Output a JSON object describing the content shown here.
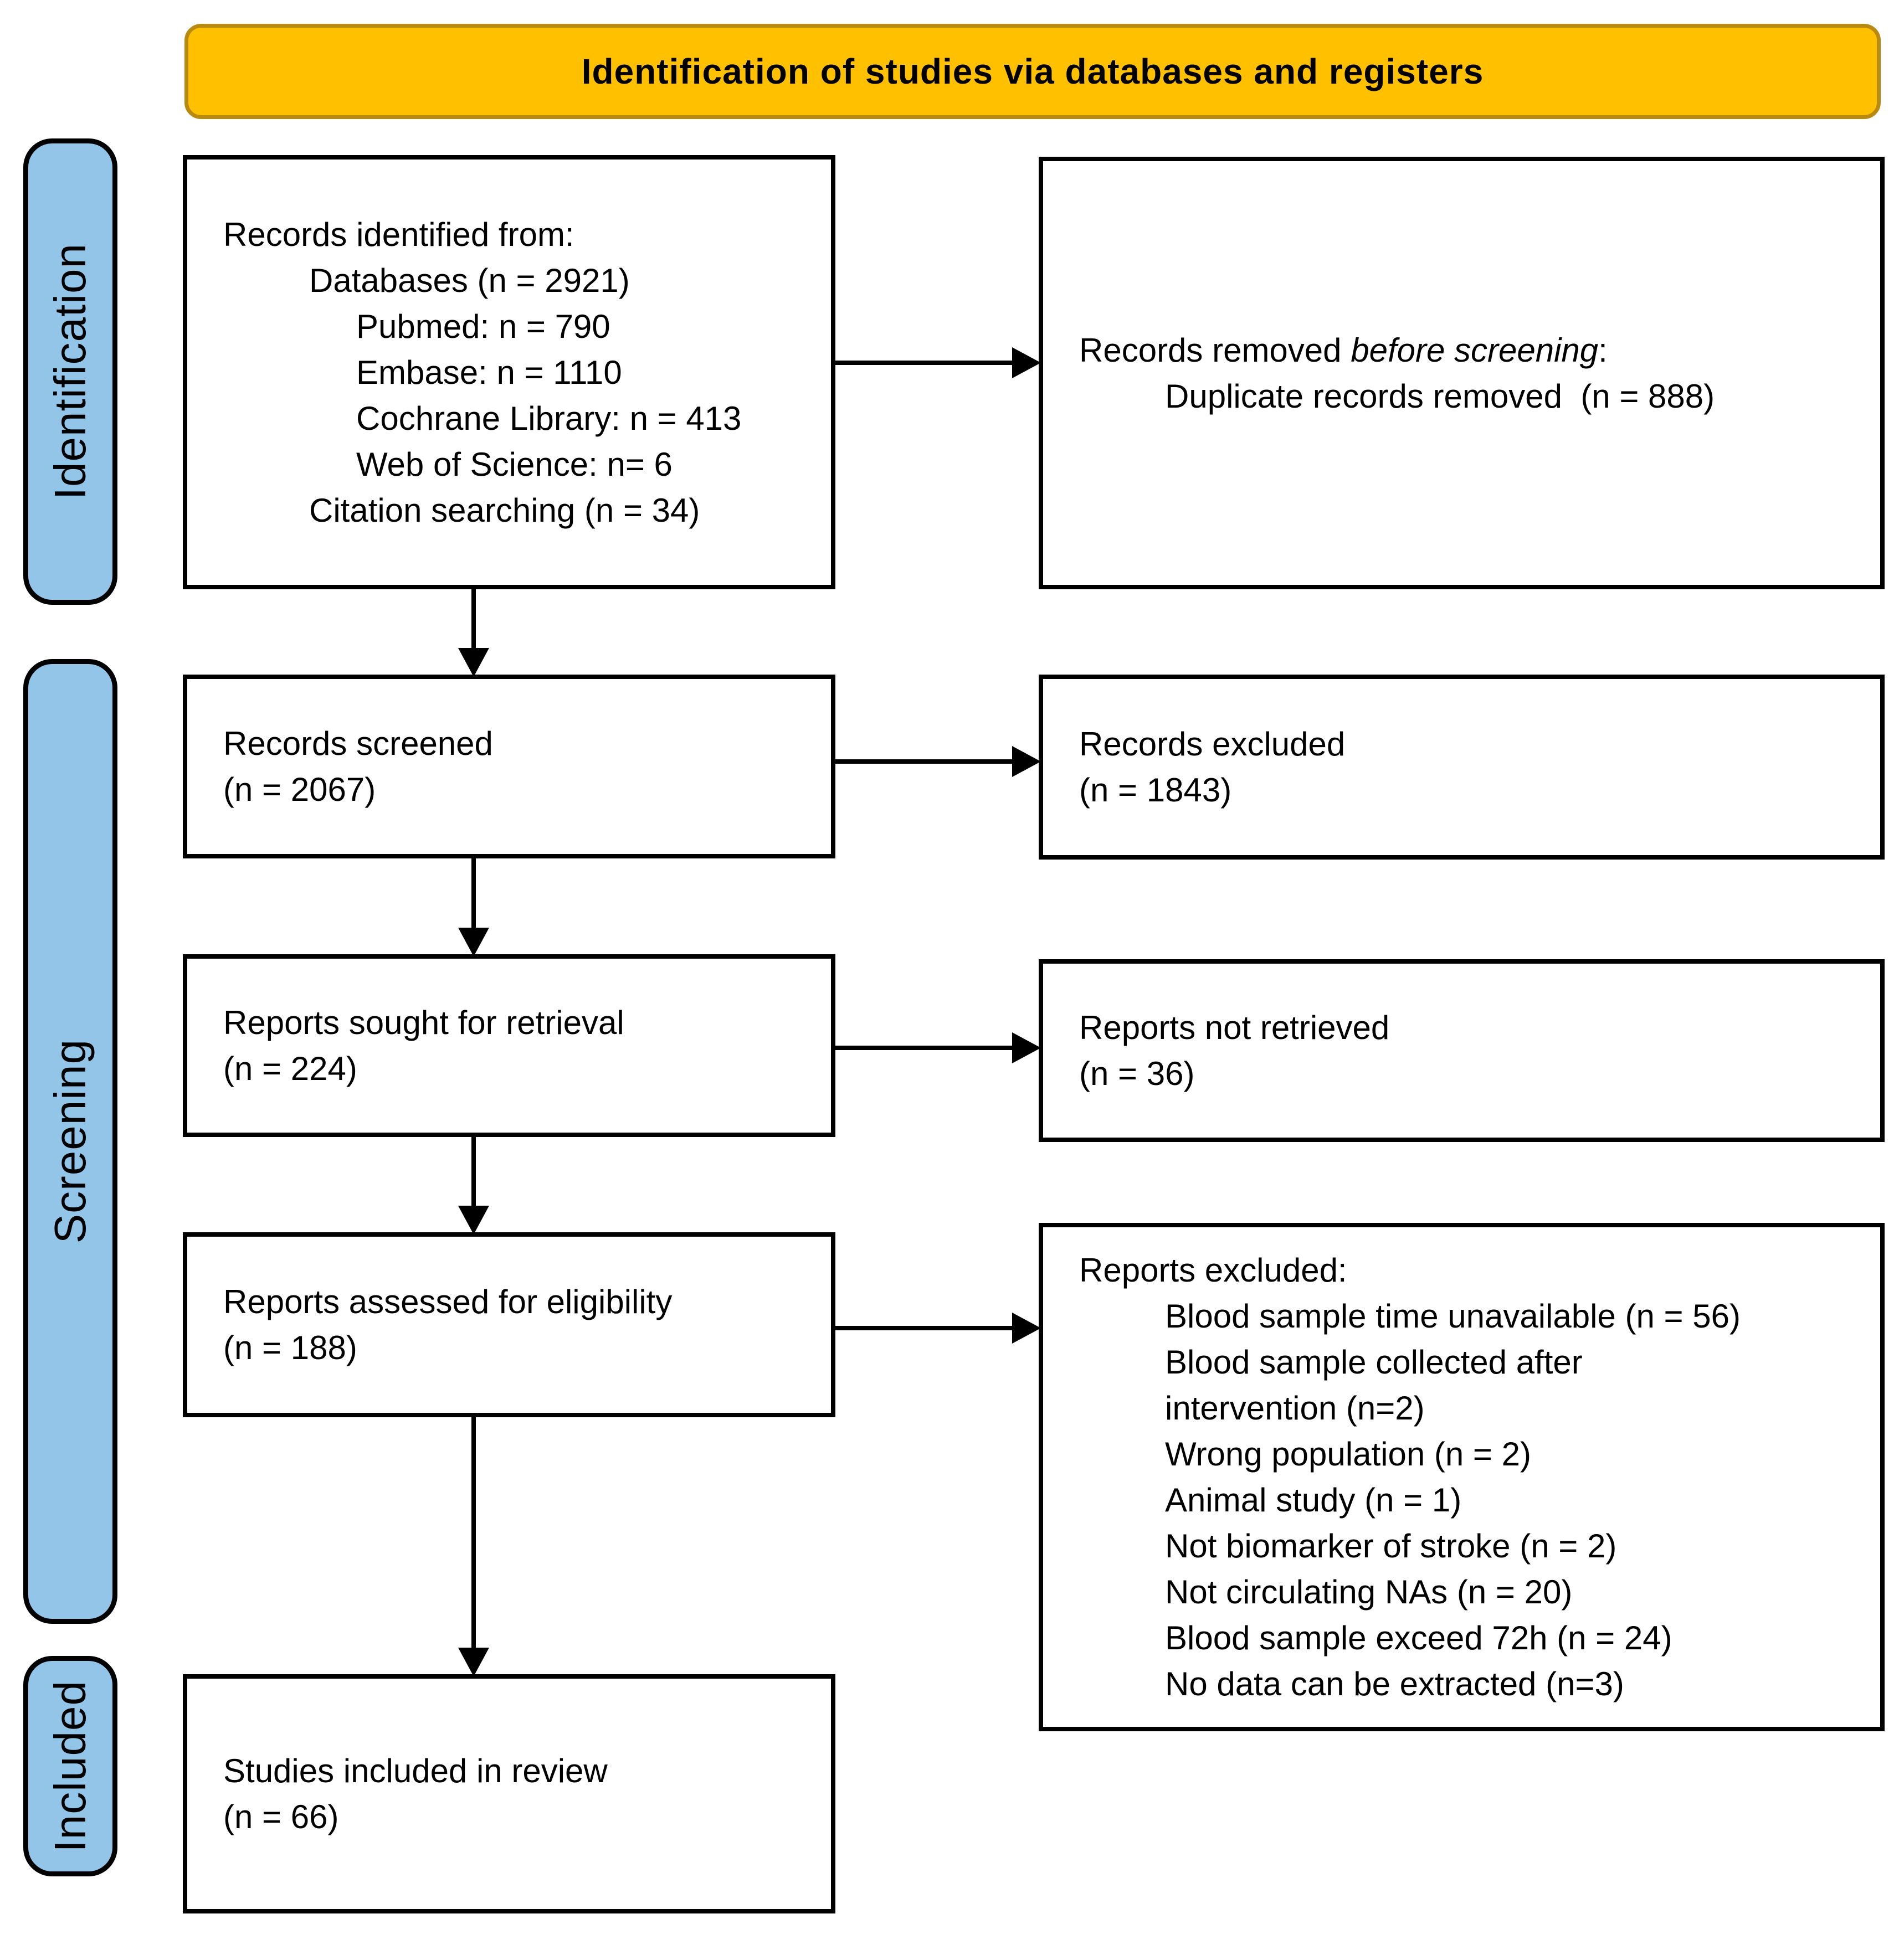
{
  "banner": {
    "label": "Identification of studies via databases and registers"
  },
  "colors": {
    "banner_fill": "#FFC000",
    "banner_border": "#B98A10",
    "stage_fill": "#92C5E8",
    "box_border": "#000000",
    "arrow": "#000000"
  },
  "stages": [
    {
      "label": "Identification"
    },
    {
      "label": "Screening"
    },
    {
      "label": "Included"
    }
  ],
  "boxes": {
    "records_identified": {
      "lines": [
        {
          "text": "Records identified from:"
        },
        {
          "text": "Databases (n = 2921)"
        },
        {
          "text": "Pubmed: n = 790"
        },
        {
          "text": "Embase: n = 1110"
        },
        {
          "text": "Cochrane Library: n = 413"
        },
        {
          "text": "Web of Science: n= 6"
        },
        {
          "text": "Citation searching (n = 34)"
        }
      ]
    },
    "records_removed": {
      "line1_prefix": "Records removed ",
      "line1_italic": "before screening",
      "line1_suffix": ":",
      "line2": "Duplicate records removed  (n = 888)"
    },
    "records_screened": {
      "line1": "Records screened",
      "line2": "(n = 2067)"
    },
    "records_excluded": {
      "line1": "Records excluded",
      "line2": "(n = 1843)"
    },
    "reports_sought": {
      "line1": "Reports sought for retrieval",
      "line2": "(n = 224)"
    },
    "reports_not_retrieved": {
      "line1": "Reports not retrieved",
      "line2": "(n = 36)"
    },
    "reports_assessed": {
      "line1": "Reports assessed for eligibility",
      "line2": "(n = 188)"
    },
    "reports_excluded": {
      "title": "Reports excluded:",
      "reasons": [
        "Blood sample time unavailable (n = 56)",
        "Blood sample collected after",
        "intervention (n=2)",
        "Wrong population (n = 2)",
        "Animal study (n = 1)",
        "Not biomarker of stroke (n = 2)",
        "Not circulating NAs (n = 20)",
        "Blood sample exceed 72h (n = 24)",
        "No data can be extracted (n=3)"
      ]
    },
    "studies_included": {
      "line1": "Studies included in review",
      "line2": "(n = 66)"
    }
  }
}
